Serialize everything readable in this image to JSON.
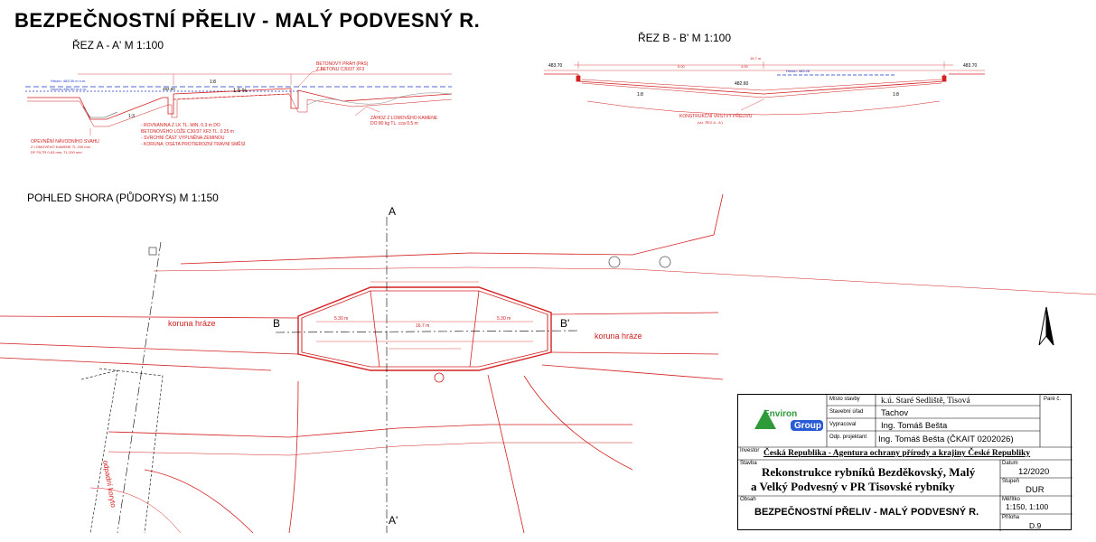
{
  "drawing": {
    "title": "BEZPEČNOSTNÍ PŘELIV - MALÝ PODVESNÝ R.",
    "section_a": "ŘEZ A - A'   M 1:100",
    "section_b": "ŘEZ B - B'   M 1:100",
    "plan_view": "POHLED SHORA (PŮDORYS)  M 1:150",
    "labels": {
      "koruna_left": "koruna hráze",
      "koruna_right": "koruna hráze",
      "odpadni_koryto": "odpadní koryto",
      "sec_a_mark_top": "A",
      "sec_a_mark_bottom": "A'",
      "sec_b_mark_left": "B",
      "sec_b_mark_right": "B'",
      "betonovy_prah": "BETONOVÝ PRÁH (PAS)",
      "betonovy_prah_2": "Z BETONU C30/37 XF3",
      "zahoz": "ZÁHOZ Z LOMOVÉHO KAMENE",
      "zahoz_2": "DO 80 kg TL. cca 0.5 m",
      "opevneni": "OPEVNĚNÍ NÁVODNÍHO SVAHU",
      "opevneni_2": "Z LOMOVÉHO KAMENE TL.200 mm",
      "opevneni_3": "DF FILTR 0-63 mm, TL.200 mm",
      "note_1": "- ROVNANINA Z LK TL. MIN. 0.3 m DO",
      "note_2": "BETONOVÉHO LOŽE C30/37 XF3 TL. 0.25 m",
      "note_3": "- SVRCHNÍ ČÁST VYPLNĚNA ZEMINOU",
      "note_4": "- KORUNA: OSETA PROTIEROZNÍ TRAVNÍ SMĚSÍ",
      "konstrukcni": "KONSTRUKČNÍ VRSTVY PŘELIVU",
      "konstrukcni_2": "(viz. ŘEZ A - A')",
      "hmax": "Hmax= 483.30 m n.m.",
      "hnorm": "Hnorm=482.60 m n.m.",
      "hmax_b": "Hmax= 483.26",
      "elev_left": "483.70",
      "elev_right": "483.70",
      "elev_crest": "482.60",
      "elev_a": "482.60",
      "slope_left": "1:8",
      "slope_right": "1:8",
      "slope_pct": "1.5 %",
      "slope_a": "1:8",
      "slope_a2": "1:3",
      "dim_total_b": "16.7 m",
      "dim_5": "5.00",
      "dim_4": "4.00",
      "dim_plan_total": "16.7 m",
      "dim_plan_left": "5.30 m",
      "dim_plan_right": "5.30 m"
    }
  },
  "title_block": {
    "logo_line1": "Environ",
    "logo_line2": "Group",
    "misto_stavby_label": "Místo stavby",
    "misto_stavby": "k.ú. Staré Sedliště, Tisová",
    "stavebni_urad_label": "Stavební úřad",
    "stavebni_urad": "Tachov",
    "vypracoval_label": "Vypracoval",
    "vypracoval": "Ing. Tomáš Bešta",
    "odp_projektant_label": "Odp. projektant",
    "odp_projektant": "Ing. Tomáš Bešta (ČKAIT 0202026)",
    "pare_label": "Paré č.",
    "investor_label": "Investor",
    "investor": "Česká Republika - Agentura ochrany přírody a krajiny České Republiky",
    "stavba_label": "Stavba",
    "stavba_line1": "Rekonstrukce rybníků Bezděkovský, Malý",
    "stavba_line2": "a Velký Podvesný v PR Tisovské rybníky",
    "datum_label": "Datum",
    "datum": "12/2020",
    "stupen_label": "Stupeň",
    "stupen": "DUR",
    "obsah_label": "Obsah",
    "obsah": "BEZPEČNOSTNÍ PŘELIV - MALÝ PODVESNÝ R.",
    "meritko_label": "Měřítko",
    "meritko": "1:150, 1:100",
    "priloha_label": "Příloha",
    "priloha": "D.9"
  },
  "colors": {
    "line": "#d42020",
    "ink": "#000000",
    "water": "#1a36c8",
    "logo_green": "#2e9a3a",
    "logo_blue": "#2a5bd7"
  }
}
